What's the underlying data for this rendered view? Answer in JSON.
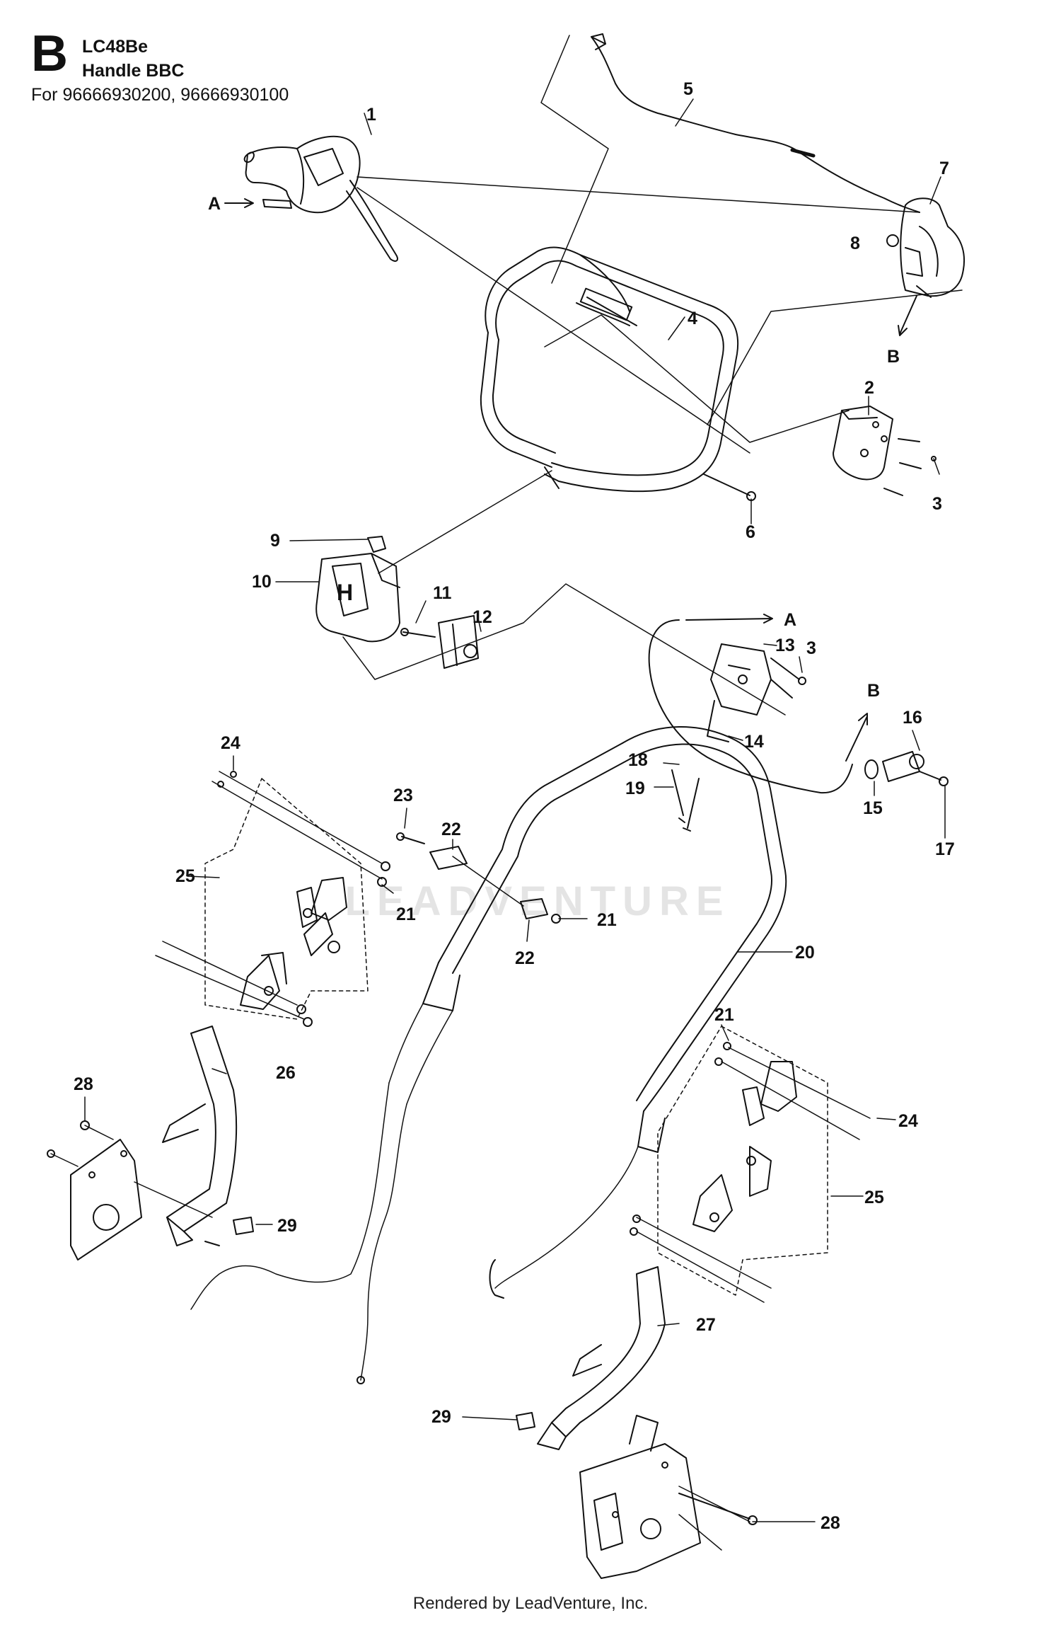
{
  "header": {
    "section_letter": "B",
    "model": "LC48Be",
    "assembly": "Handle BBC",
    "applies_to": "For 96666930200, 96666930100"
  },
  "callouts": {
    "c1": "1",
    "c2": "2",
    "c3a": "3",
    "c3b": "3",
    "c4": "4",
    "c5": "5",
    "c6": "6",
    "c7": "7",
    "c8": "8",
    "c9": "9",
    "c10": "10",
    "c11": "11",
    "c12": "12",
    "c13": "13",
    "c14": "14",
    "c15": "15",
    "c16": "16",
    "c17": "17",
    "c18": "18",
    "c19": "19",
    "c20": "20",
    "c21a": "21",
    "c21b": "21",
    "c21c": "21",
    "c22a": "22",
    "c22b": "22",
    "c23": "23",
    "c24a": "24",
    "c24b": "24",
    "c25a": "25",
    "c25b": "25",
    "c26": "26",
    "c27": "27",
    "c28a": "28",
    "c28b": "28",
    "c29a": "29",
    "c29b": "29"
  },
  "connectors": {
    "a_top": "A",
    "b_top": "B",
    "a_mid": "A",
    "b_mid": "B"
  },
  "watermark": "LEADVENTURE",
  "footer": "Rendered by LeadVenture, Inc.",
  "colors": {
    "line": "#111111",
    "watermark": "#e4e4e4",
    "background": "#ffffff"
  }
}
